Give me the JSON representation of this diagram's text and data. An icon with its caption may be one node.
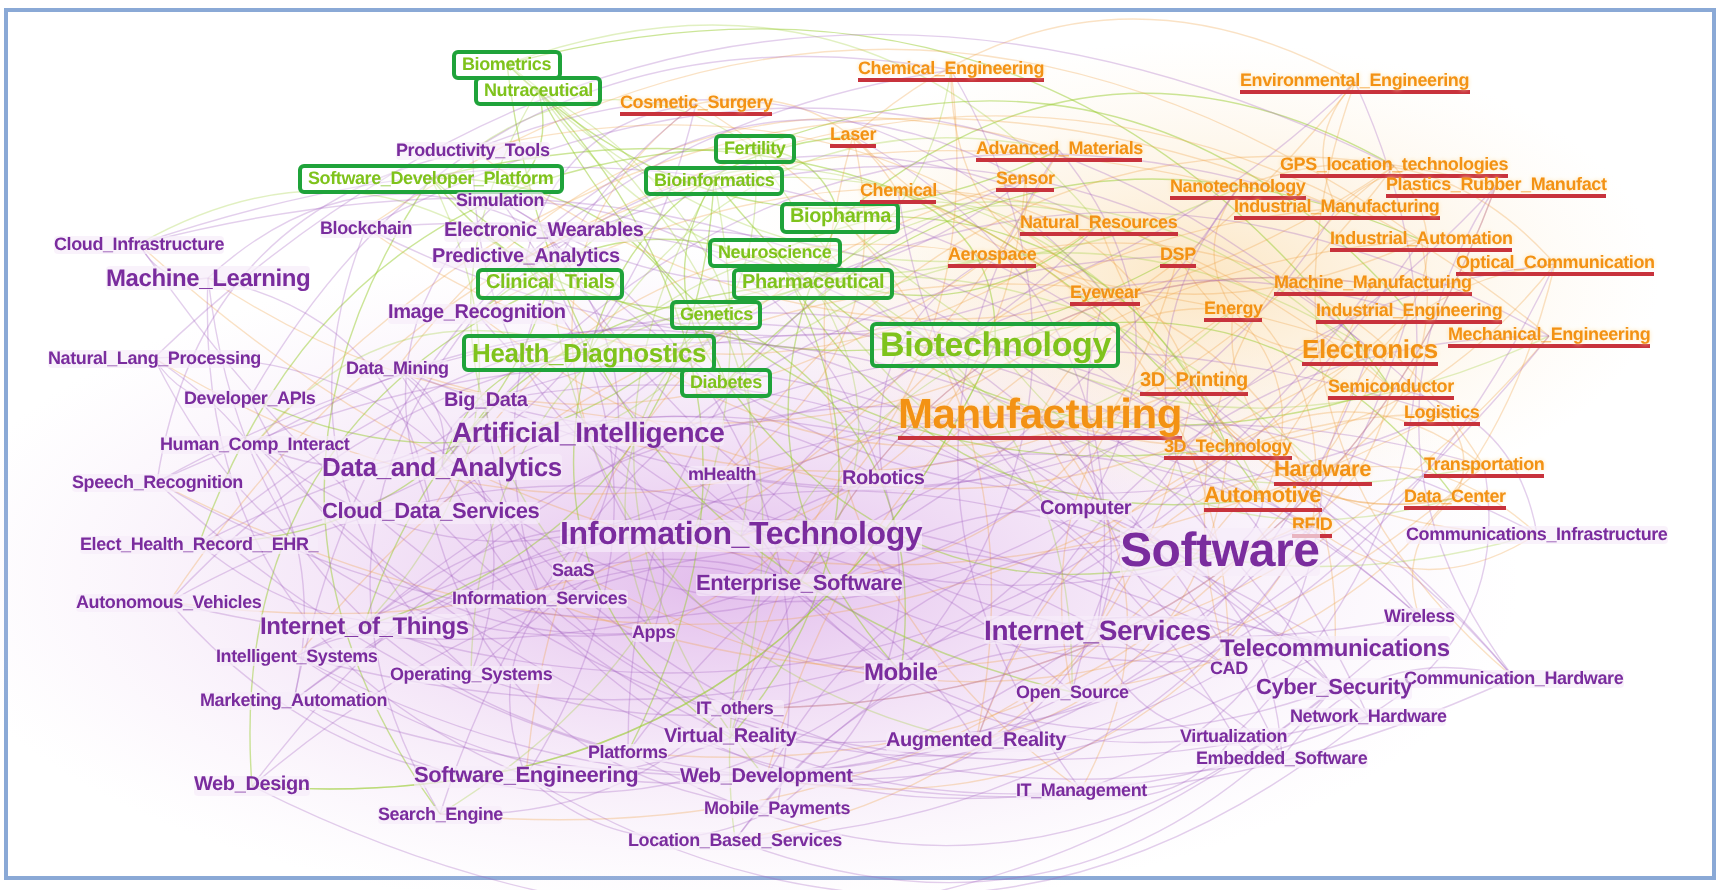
{
  "diagram": {
    "nodes": [
      {
        "text": [
          "Biometrics"
        ]
      },
      {
        "text": [
          "Nutraceutical"
        ]
      },
      {
        "text": [
          "Software_Developer_Platform"
        ]
      },
      {
        "text": [
          "Fertility"
        ]
      },
      {
        "text": [
          "Bioinformatics"
        ]
      },
      {
        "text": [
          "Biopharma"
        ]
      },
      {
        "text": [
          "Neuroscience"
        ]
      },
      {
        "text": [
          "Clinical_Trials"
        ]
      },
      {
        "text": [
          "Pharmaceutical"
        ]
      },
      {
        "text": [
          "Genetics"
        ]
      },
      {
        "text": [
          "Health_Diagnostics"
        ]
      },
      {
        "text": [
          "Biotechnology"
        ]
      },
      {
        "text": [
          "Diabetes"
        ]
      }
    ],
    "edges": [],
    "labels": [
      "Chemical_Engineering",
      "Environmental_Engineering",
      "Cosmetic_Surgery",
      "Laser",
      "Productivity_Tools",
      "Advanced_Materials",
      "GPS_location_technologies",
      "Plastics_Rubber_Manufact",
      "Sensor",
      "Nanotechnology",
      "Chemical",
      "Industrial_Manufacturing",
      "Simulation",
      "Natural_Resources",
      "Cloud_Infrastructure",
      "Blockchain",
      "Electronic_Wearables",
      "Industrial_Automation",
      "Aerospace",
      "DSP",
      "Predictive_Analytics",
      "Optical_Communication",
      "Machine_Learning",
      "Machine_Manufacturing",
      "Eyewear",
      "Energy",
      "Industrial_Engineering",
      "Image_Recognition",
      "Mechanical_Engineering",
      "Electronics",
      "Natural_Lang_Processing",
      "Data_Mining",
      "3D_Printing",
      "Semiconductor",
      "Developer_APIs",
      "Big_Data",
      "Logistics",
      "Manufacturing",
      "Artificial_Intelligence",
      "Human_Comp_Interact",
      "3D_Technology",
      "Data_and_Analytics",
      "Transportation",
      "Hardware",
      "Speech_Recognition",
      "mHealth",
      "Robotics",
      "Automotive",
      "Data_Center",
      "Computer",
      "Cloud_Data_Services",
      "RFID",
      "Information_Technology",
      "Communications_Infrastructure",
      "Elect_Health_Record__EHR_",
      "Software",
      "SaaS",
      "Enterprise_Software",
      "Information_Services",
      "Autonomous_Vehicles",
      "Wireless",
      "Internet_of_Things",
      "Apps",
      "Internet_Services",
      "Telecommunications",
      "Intelligent_Systems",
      "CAD",
      "Operating_Systems",
      "Mobile",
      "Communication_Hardware",
      "Cyber_Security",
      "Open_Source",
      "Marketing_Automation",
      "IT_others_",
      "Network_Hardware",
      "Virtual_Reality",
      "Augmented_Reality",
      "Virtualization",
      "Platforms",
      "Embedded_Software",
      "Software_Engineering",
      "Web_Development",
      "Web_Design",
      "IT_Management",
      "Mobile_Payments",
      "Search_Engine",
      "Location_Based_Services"
    ]
  }
}
